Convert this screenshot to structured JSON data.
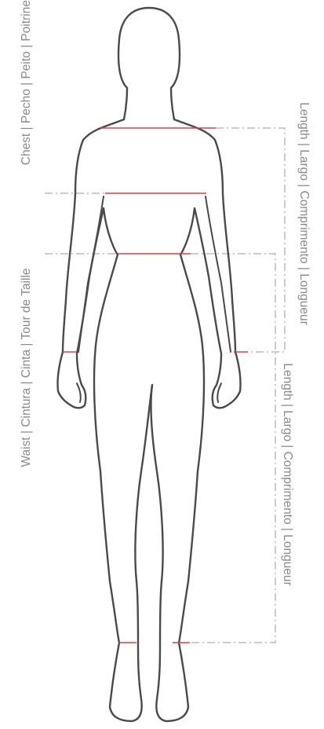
{
  "labels": {
    "chest": "Chest | Pecho | Peito | Poitrine",
    "waist": "Waist | Cintura | Cinta | Tour de Taille",
    "top_length": "Length | Largo | Comprimento | Longueur",
    "bottom_length": "Length | Largo | Comprimento | Longueur"
  },
  "colors": {
    "body_outline": "#4a4a4a",
    "measure_line": "#d9424a",
    "guide_line": "#9a9a9a",
    "label_text": "#8a8a8a"
  }
}
